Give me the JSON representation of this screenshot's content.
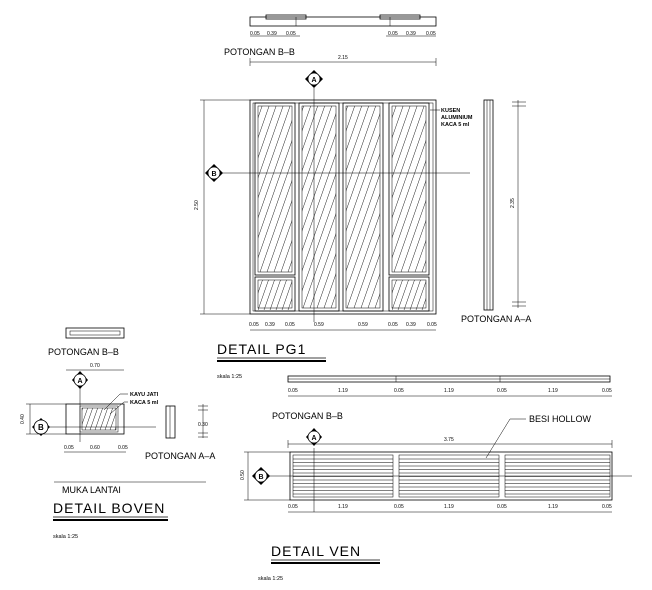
{
  "pg1": {
    "section_bb_label": "POTONGAN B–B",
    "section_bb_dims": [
      "0.05",
      "0.39",
      "0.05",
      "0.05",
      "0.39",
      "0.05"
    ],
    "overall_width": "2.15",
    "overall_height": "2.50",
    "note_lines": [
      "KUSEN",
      "ALUMINIUM",
      "KACA 5 ml"
    ],
    "side_height": "2.35",
    "section_aa_label": "POTONGAN A–A",
    "bottom_dims": [
      "0.05",
      "0.39",
      "0.05",
      "0.59",
      "0.59",
      "0.05",
      "0.39",
      "0.05"
    ],
    "marker_a": "A",
    "marker_b": "B",
    "title": "DETAIL PG1",
    "scale": "skala 1:25"
  },
  "boven": {
    "section_bb_label": "POTONGAN B–B",
    "width": "0.70",
    "height": "0.40",
    "note_lines": [
      "KAYU JATI",
      "KACA 5 ml"
    ],
    "bottom_dims": [
      "0.05",
      "0.60",
      "0.05"
    ],
    "side_dim": "0.30",
    "section_aa_label": "POTONGAN A–A",
    "floor_label": "MUKA LANTAI",
    "marker_a": "A",
    "marker_b": "B",
    "title": "DETAIL BOVEN",
    "scale": "skala 1:25"
  },
  "ven": {
    "top_dims": [
      "0.05",
      "1.19",
      "0.05",
      "1.19",
      "0.05",
      "1.19",
      "0.05"
    ],
    "section_bb_label": "POTONGAN B–B",
    "note": "BESI HOLLOW",
    "overall_width": "3.75",
    "height": "0.50",
    "bottom_dims": [
      "0.05",
      "1.19",
      "0.05",
      "1.19",
      "0.05",
      "1.19",
      "0.05"
    ],
    "marker_a": "A",
    "marker_b": "B",
    "title": "DETAIL VEN",
    "scale": "skala 1:25"
  }
}
